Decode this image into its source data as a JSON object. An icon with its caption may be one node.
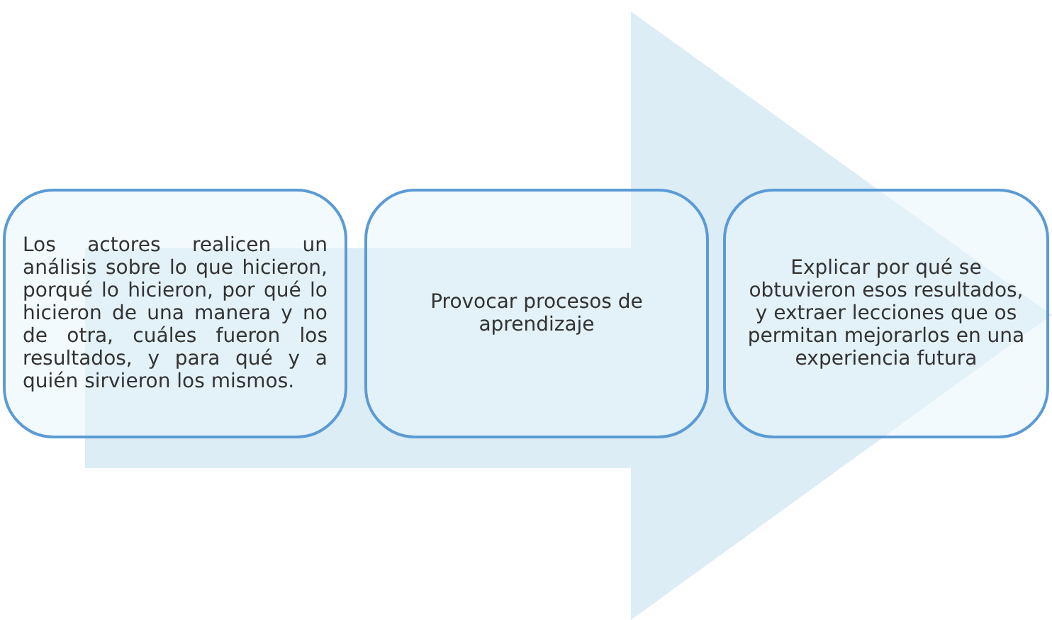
{
  "diagram": {
    "nodes": [
      {
        "text": [
          "Los actores realicen un análisis sobre lo que hicieron, porqué lo hicieron, por qué lo hicieron de una manera y no de otra, cuáles fueron los resultados, y para qué y a quién sirvieron los mismos."
        ]
      },
      {
        "text": [
          "Provocar procesos de aprendizaje"
        ]
      },
      {
        "text": [
          "Explicar por qué se obtuvieron esos resultados, y extraer lecciones que os permitan mejorarlos en una experiencia futura"
        ]
      }
    ],
    "edges": [
      {
        "from": 0,
        "to": 2,
        "arrow": "to"
      }
    ]
  }
}
